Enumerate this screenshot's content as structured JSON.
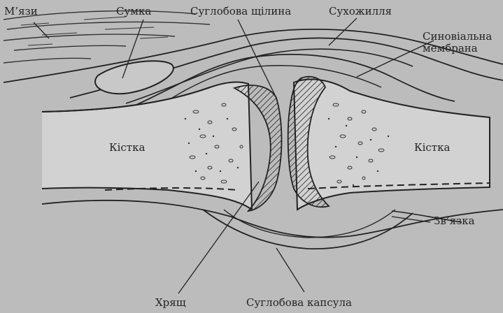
{
  "labels": {
    "muscles": "М’язи",
    "bursa": "Сумка",
    "joint_space": "Суглобова щілина",
    "tendon": "Сухожилля",
    "synovial_membrane": "Синовіальна мембрана",
    "bone_left": "Кістка",
    "bone_right": "Кістка",
    "ligament": "Зв’язка",
    "cartilage": "Хрящ",
    "joint_capsule": "Суглобова капсула"
  },
  "colors": {
    "background": "#bcbcbc",
    "ink": "#222222",
    "bone_fill": "#d2d2d2"
  }
}
